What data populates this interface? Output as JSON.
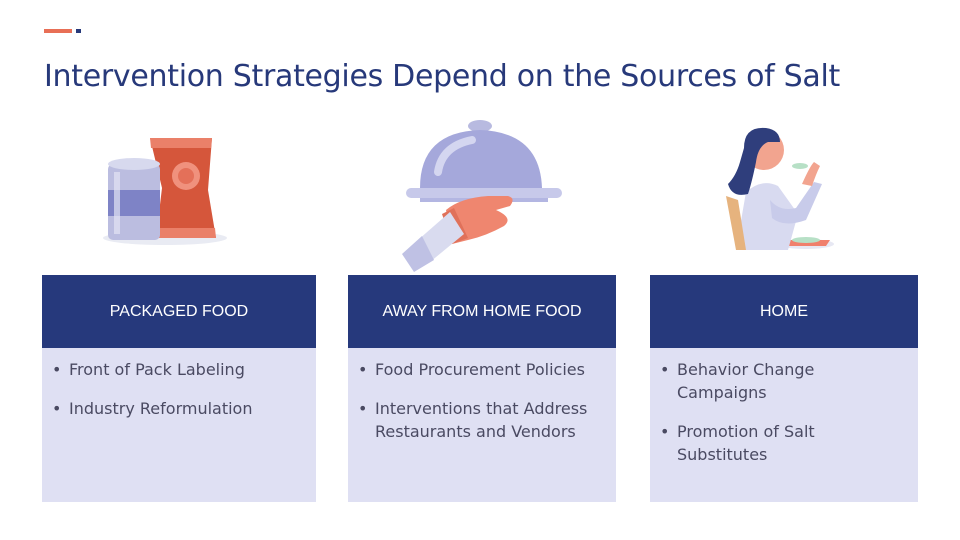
{
  "title": "Intervention Strategies Depend on the Sources of Salt",
  "colors": {
    "accent": "#e86f56",
    "brand_navy": "#26397c",
    "card_body": "#dfe0f3"
  },
  "illustrations": [
    {
      "name": "packaged-food-icon"
    },
    {
      "name": "serving-tray-icon"
    },
    {
      "name": "woman-eating-icon"
    }
  ],
  "cards": [
    {
      "heading": "PACKAGED FOOD",
      "items": [
        "Front of Pack Labeling",
        "Industry Reformulation"
      ]
    },
    {
      "heading": "AWAY FROM HOME FOOD",
      "items": [
        "Food Procurement Policies",
        "Interventions that Address Restaurants and Vendors"
      ]
    },
    {
      "heading": "HOME",
      "items": [
        "Behavior Change Campaigns",
        "Promotion of Salt Substitutes"
      ]
    }
  ],
  "bullet_symbol": "•"
}
